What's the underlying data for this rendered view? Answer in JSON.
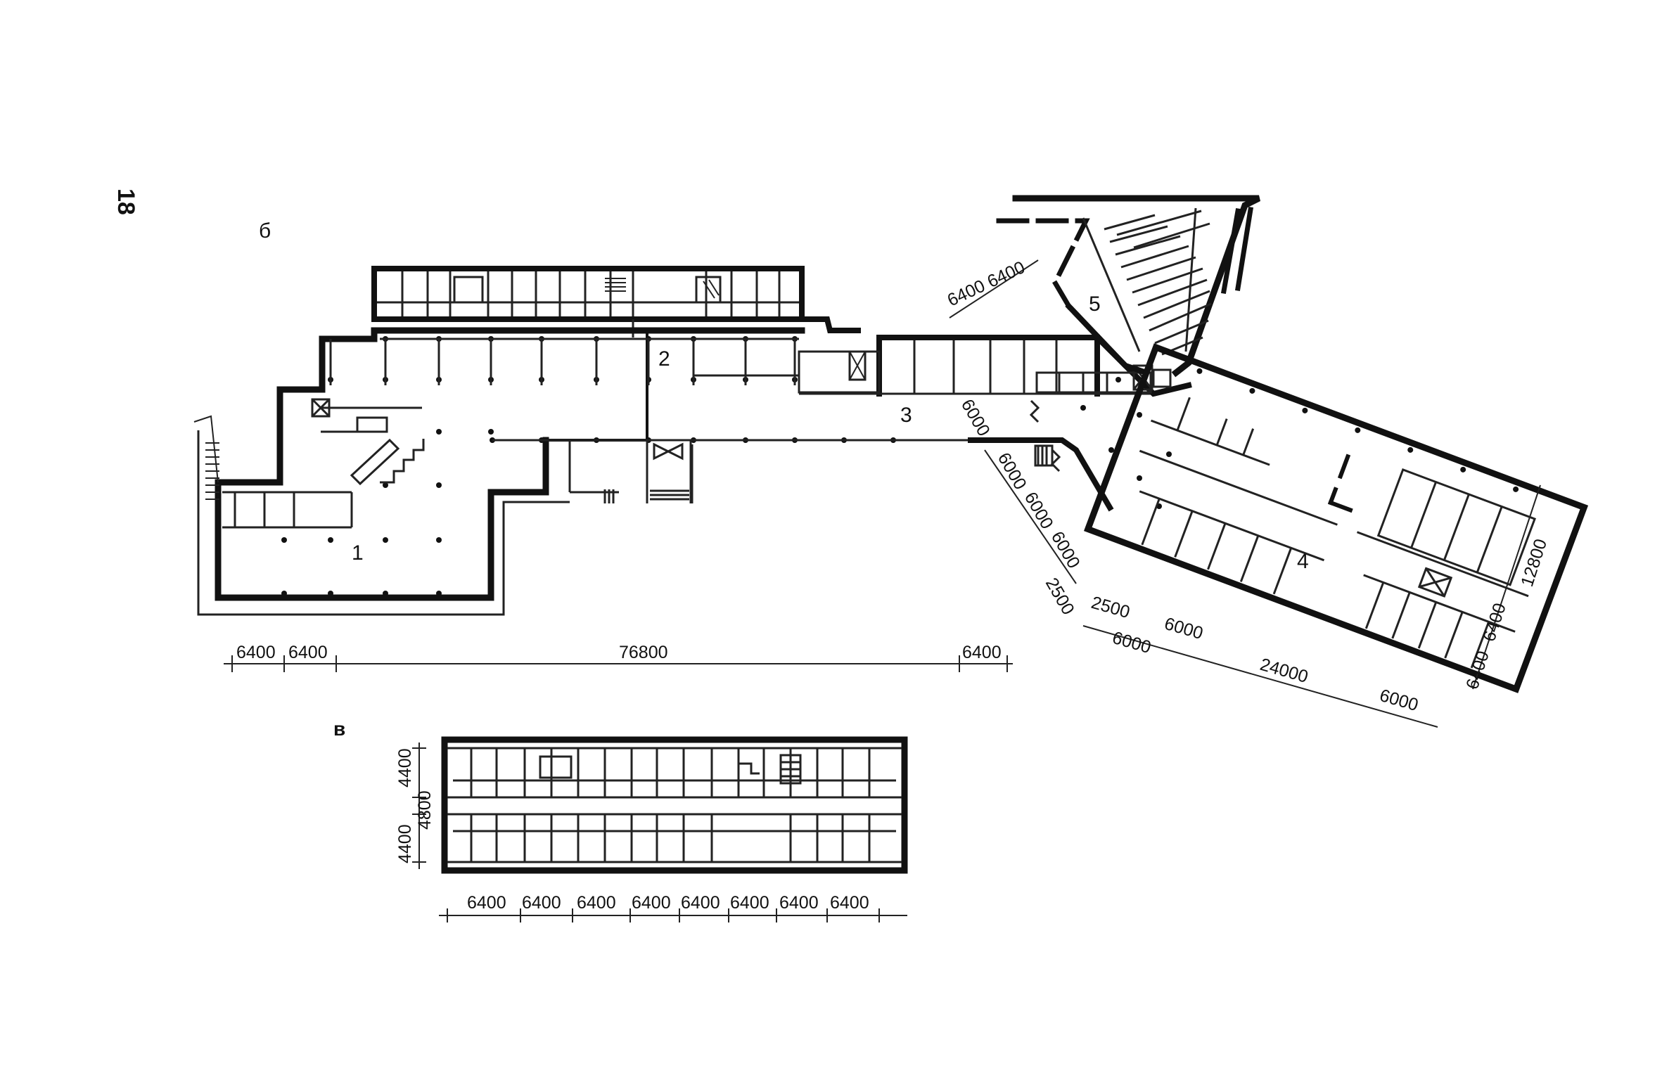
{
  "page": {
    "page_number": "18",
    "fig_b_label": "б",
    "fig_v_label": "в"
  },
  "rooms": [
    "1",
    "2",
    "3",
    "4",
    "5"
  ],
  "dims_b": {
    "bottom": [
      "6400",
      "6400",
      "76800",
      "6400"
    ],
    "angled_top": "6400 6400",
    "diag_link": [
      "6000",
      "6000",
      "6000",
      "6000"
    ],
    "link_end": "2500",
    "wing_front_upper": [
      "2500",
      "6000"
    ],
    "wing_front_lower": [
      "6000",
      "24000",
      "6000"
    ],
    "wing_side": [
      "12800",
      "6400",
      "6400"
    ]
  },
  "dims_v": {
    "bottom": [
      "6400",
      "6400",
      "6400",
      "6400",
      "6400",
      "6400",
      "6400",
      "6400"
    ],
    "left": [
      "4400",
      "4800",
      "4400"
    ]
  },
  "colors": {
    "ink": "#111111",
    "paper": "#ffffff"
  }
}
